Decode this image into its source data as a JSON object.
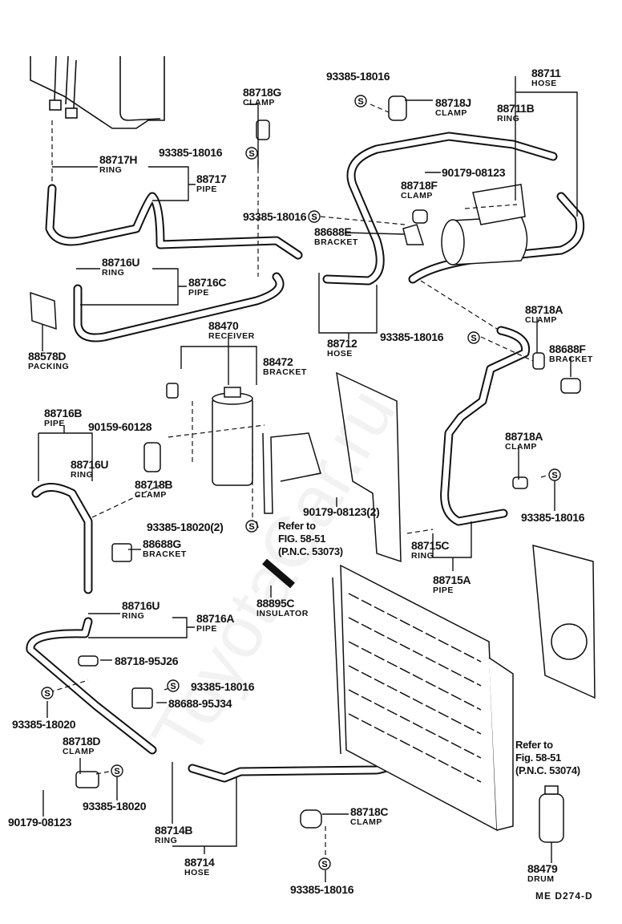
{
  "diagram": {
    "code": "ME  D274-D",
    "labels": [
      {
        "part": "88718G",
        "name": "CLAMP"
      },
      {
        "part": "93385-18016",
        "name": ""
      },
      {
        "part": "88717H",
        "name": "RING"
      },
      {
        "part": "88717",
        "name": "PIPE"
      },
      {
        "part": "93385-18016",
        "name": ""
      },
      {
        "part": "88716U",
        "name": "RING"
      },
      {
        "part": "88716C",
        "name": "PIPE"
      },
      {
        "part": "88578D",
        "name": "PACKING"
      },
      {
        "part": "88470",
        "name": "RECEIVER"
      },
      {
        "part": "88472",
        "name": "BRACKET"
      },
      {
        "part": "93385-18016",
        "name": ""
      },
      {
        "part": "88718J",
        "name": "CLAMP"
      },
      {
        "part": "88711",
        "name": "HOSE"
      },
      {
        "part": "88711B",
        "name": "RING"
      },
      {
        "part": "90179-08123",
        "name": ""
      },
      {
        "part": "88718F",
        "name": "CLAMP"
      },
      {
        "part": "88688E",
        "name": "BRACKET"
      },
      {
        "part": "88712",
        "name": "HOSE"
      },
      {
        "part": "93385-18016",
        "name": ""
      },
      {
        "part": "88718A",
        "name": "CLAMP"
      },
      {
        "part": "88688F",
        "name": "BRACKET"
      },
      {
        "part": "88716B",
        "name": "PIPE"
      },
      {
        "part": "90159-60128",
        "name": ""
      },
      {
        "part": "88716U",
        "name": "RING"
      },
      {
        "part": "88718B",
        "name": "CLAMP"
      },
      {
        "part": "93385-18020(2)",
        "name": ""
      },
      {
        "part": "90179-08123(2)",
        "name": ""
      },
      {
        "part": "88688G",
        "name": "BRACKET"
      },
      {
        "part": "88895C",
        "name": "INSULATOR"
      },
      {
        "part": "88716U",
        "name": "RING"
      },
      {
        "part": "88716A",
        "name": "PIPE"
      },
      {
        "part": "88718A",
        "name": "CLAMP"
      },
      {
        "part": "93385-18016",
        "name": ""
      },
      {
        "part": "88715C",
        "name": "RING"
      },
      {
        "part": "88715A",
        "name": "PIPE"
      },
      {
        "part": "88718-95J26",
        "name": ""
      },
      {
        "part": "93385-18016",
        "name": ""
      },
      {
        "part": "88688-95J34",
        "name": ""
      },
      {
        "part": "93385-18020",
        "name": ""
      },
      {
        "part": "88718D",
        "name": "CLAMP"
      },
      {
        "part": "93385-18020",
        "name": ""
      },
      {
        "part": "90179-08123",
        "name": ""
      },
      {
        "part": "88714B",
        "name": "RING"
      },
      {
        "part": "88714",
        "name": "HOSE"
      },
      {
        "part": "88718C",
        "name": "CLAMP"
      },
      {
        "part": "93385-18016",
        "name": ""
      },
      {
        "part": "88479",
        "name": "DRUM"
      }
    ],
    "notes": [
      {
        "lines": [
          "Refer to",
          "FIG. 58-51",
          "(P.N.C. 53073)"
        ]
      },
      {
        "lines": [
          "Refer to",
          "Fig. 58-51",
          "(P.N.C. 53074)"
        ]
      }
    ],
    "bolt_symbol": "S",
    "watermark": "ToyotaCar.ru"
  }
}
